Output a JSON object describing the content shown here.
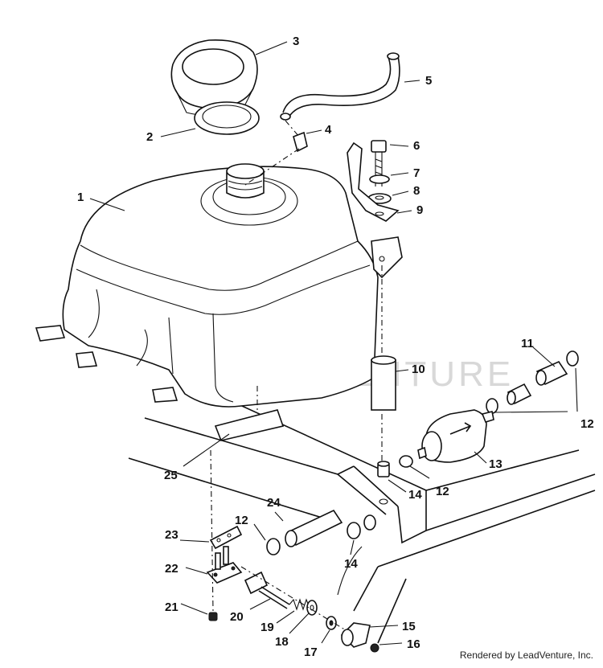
{
  "watermark": "LEADVENTURE",
  "credit": "Rendered by LeadVenture, Inc.",
  "callouts": {
    "c1": "1",
    "c2": "2",
    "c3": "3",
    "c4": "4",
    "c5": "5",
    "c6": "6",
    "c7": "7",
    "c8": "8",
    "c9": "9",
    "c10": "10",
    "c11": "11",
    "c12a": "12",
    "c12b": "12",
    "c12c": "12",
    "c13": "13",
    "c14a": "14",
    "c14b": "14",
    "c15": "15",
    "c16": "16",
    "c17": "17",
    "c18": "18",
    "c19": "19",
    "c20": "20",
    "c21": "21",
    "c22": "22",
    "c23": "23",
    "c24": "24",
    "c25": "25"
  }
}
